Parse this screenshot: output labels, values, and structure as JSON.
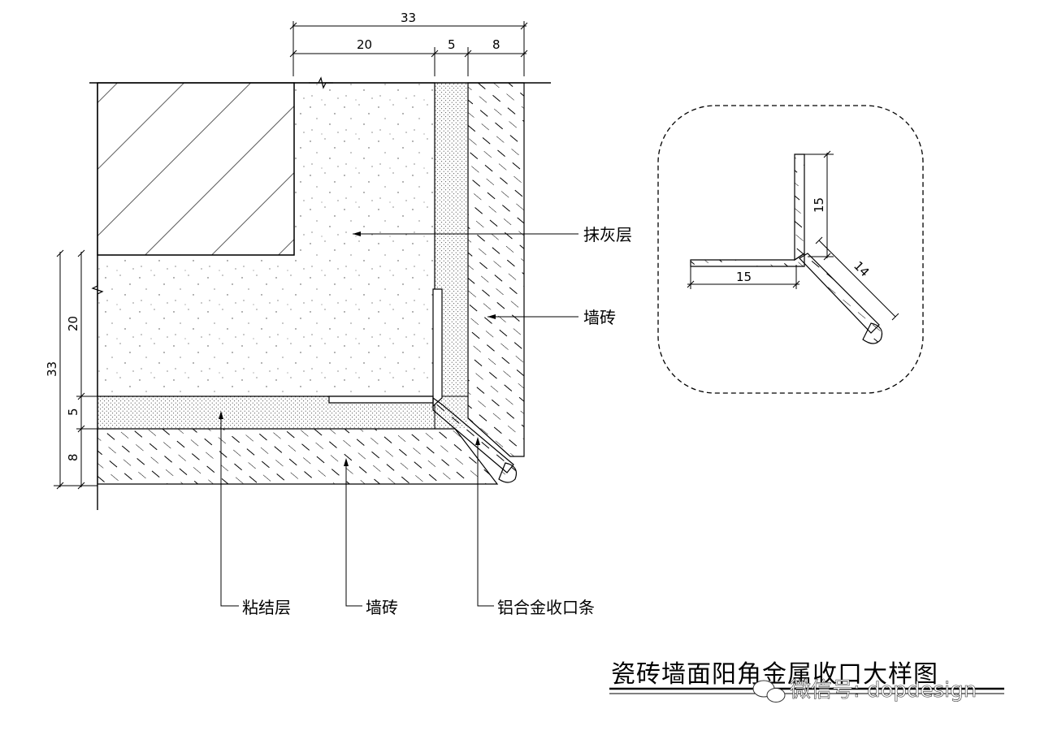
{
  "dims": {
    "top_total": "33",
    "top_plaster": "20",
    "top_adhesive": "5",
    "top_tile": "8",
    "left_total": "33",
    "left_plaster": "20",
    "left_adhesive": "5",
    "left_tile": "8"
  },
  "labels": {
    "plaster_layer": "抹灰层",
    "wall_tile_right": "墙砖",
    "adhesive_layer": "粘结层",
    "wall_tile_bottom": "墙砖",
    "aluminum_trim": "铝合金收口条"
  },
  "detail": {
    "leg_vertical": "15",
    "leg_horizontal": "15",
    "leg_diagonal": "14"
  },
  "title": "瓷砖墙面阳角金属收口大样图",
  "watermark": "微信号: dopdesign"
}
